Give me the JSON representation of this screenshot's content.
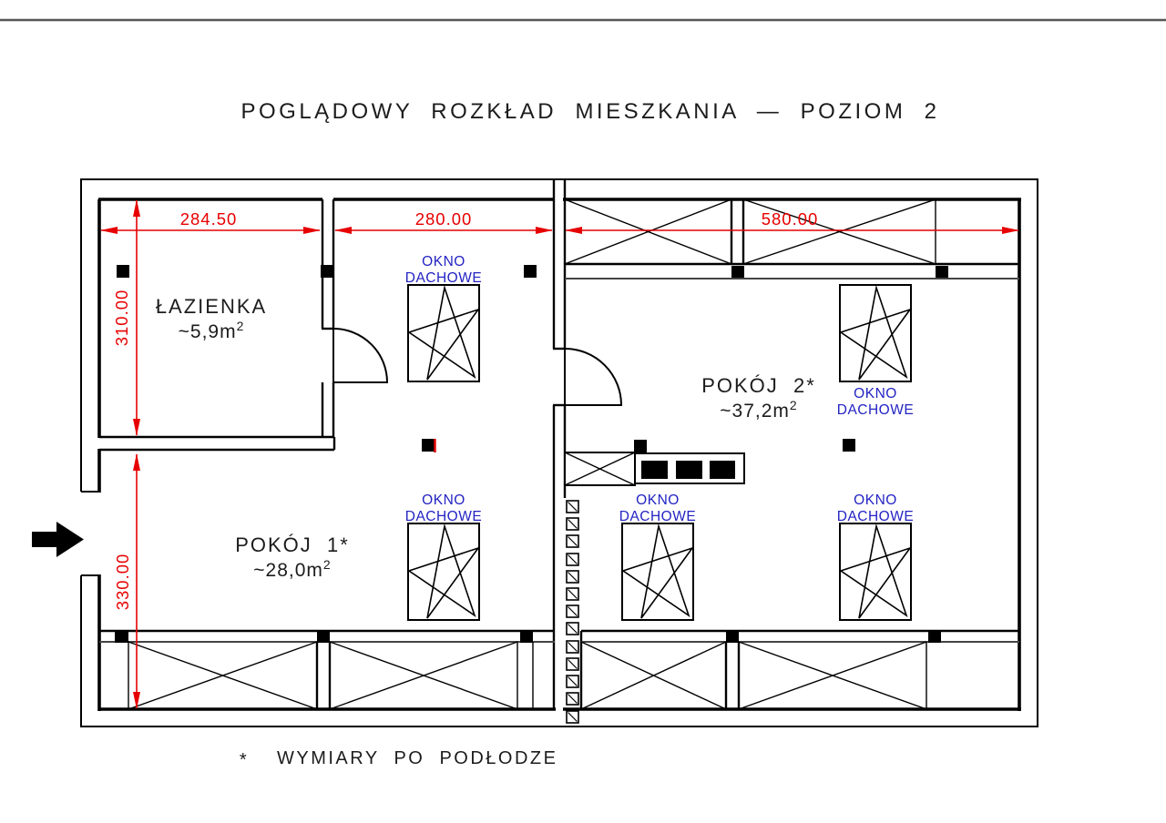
{
  "drawing": {
    "title": "POGLĄDOWY  ROZKŁAD  MIESZKANIA  —  POZIOM  2",
    "footnote_marker": "*",
    "footnote_text": "WYMIARY  PO  PODŁODZE"
  },
  "rooms": [
    {
      "name": "ŁAZIENKA",
      "area": "~5,9m",
      "area_exp": "2"
    },
    {
      "name": "POKÓJ  1*",
      "area": "~28,0m",
      "area_exp": "2"
    },
    {
      "name": "POKÓJ  2*",
      "area": "~37,2m",
      "area_exp": "2"
    }
  ],
  "dimensions": {
    "bathroom_width": "284.50",
    "room1_top_width": "280.00",
    "room2_width": "580.00",
    "bathroom_depth": "310.00",
    "room1_depth": "330.00"
  },
  "roof_window_label": {
    "line1": "OKNO",
    "line2": "DACHOWE"
  },
  "colors": {
    "wall": "#000000",
    "dimension_red": "#e60000",
    "window_label_blue": "#2323c3",
    "text_ink": "#1c1c1c",
    "frame_gray": "#555555"
  }
}
